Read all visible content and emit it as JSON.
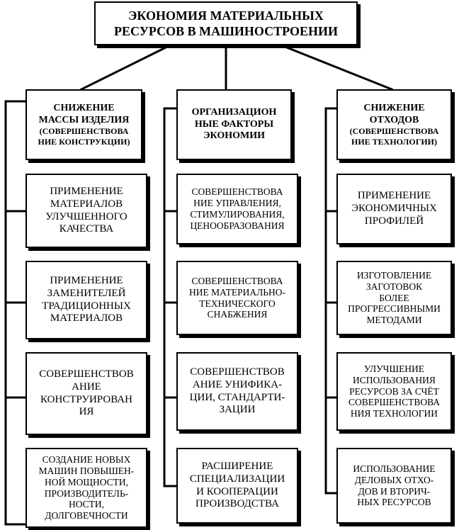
{
  "title": "ЭКОНОМИЯ МАТЕРИАЛЬНЫХ\nРЕСУРСОВ В МАШИНОСТРОЕНИИ",
  "columns": [
    {
      "header_main": "СНИЖЕНИЕ\nМАССЫ ИЗДЕЛИЯ",
      "header_sub": "(СОВЕРШЕНСТВОВА\nНИЕ КОНСТРУКЦИИ)",
      "items": [
        "ПРИМЕНЕНИЕ\nМАТЕРИАЛОВ\nУЛУЧШЕННОГО\nКАЧЕСТВА",
        "ПРИМЕНЕНИЕ\nЗАМЕНИТЕЛЕЙ\nТРАДИЦИОННЫХ\nМАТЕРИАЛОВ",
        "СОВЕРШЕНСТВОВ\nАНИЕ\nКОНСТРУИРОВАН\nИЯ",
        "СОЗДАНИЕ НОВЫХ\nМАШИН ПОВЫШЕН-\nНОЙ МОЩНОСТИ,\nПРОИЗВОДИТЕЛЬ-\nНОСТИ,\nДОЛГОВЕЧНОСТИ"
      ]
    },
    {
      "header_main": "ОРГАНИЗАЦИОН\nНЫЕ ФАКТОРЫ\nЭКОНОМИИ",
      "header_sub": "",
      "items": [
        "СОВЕРШЕНСТВОВА\nНИЕ УПРАВЛЕНИЯ,\nСТИМУЛИРОВАНИЯ,\nЦЕНООБРАЗОВАНИЯ",
        "СОВЕРШЕНСТВОВА\nНИЕ МАТЕРИАЛЬНО-\nТЕХНИЧЕСКОГО\nСНАБЖЕНИЯ",
        "СОВЕРШЕНСТВОВ\nАНИЕ УНИФИКА-\nЦИИ, СТАНДАРТИ-\nЗАЦИИ",
        "РАСШИРЕНИЕ\nСПЕЦИАЛИЗАЦИИ\nИ КООПЕРАЦИИ\nПРОИЗВОДСТВА"
      ]
    },
    {
      "header_main": "СНИЖЕНИЕ\nОТХОДОВ",
      "header_sub": "(СОВЕРШЕНСТВОВА\nНИЕ ТЕХНОЛОГИИ)",
      "items": [
        "ПРИМЕНЕНИЕ\nЭКОНОМИЧНЫХ\nПРОФИЛЕЙ",
        "ИЗГОТОВЛЕНИЕ\nЗАГОТОВОК\nБОЛЕЕ\nПРОГРЕССИВНЫМИ\nМЕТОДАМИ",
        "УЛУЧШЕНИЕ\nИСПОЛЬЗОВАНИЯ\nРЕСУРСОВ ЗА СЧЁТ\nСОВЕРШЕНСТВОВА\nНИЯ ТЕХНОЛОГИИ",
        "ИСПОЛЬЗОВАНИЕ\nДЕЛОВЫХ ОТХО-\nДОВ И ВТОРИЧ-\nНЫХ РЕСУРСОВ"
      ]
    }
  ]
}
